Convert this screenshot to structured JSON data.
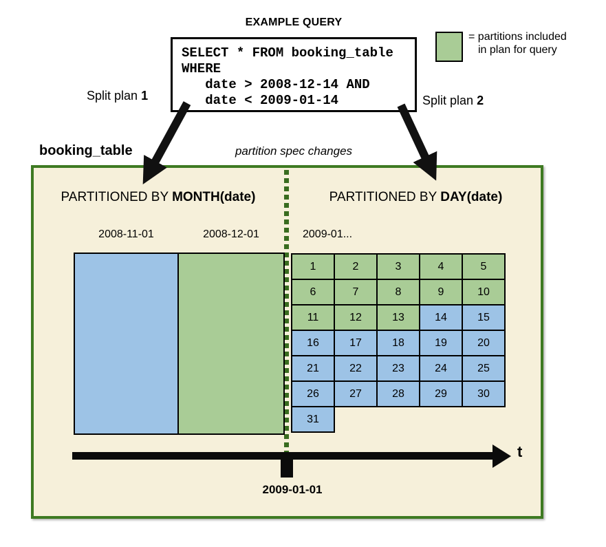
{
  "title": "EXAMPLE QUERY",
  "query": {
    "code": "SELECT * FROM booking_table\nWHERE\n   date > 2008-12-14 AND\n   date < 2009-01-14"
  },
  "legend": {
    "line1": "= partitions included",
    "line2": "in plan for query"
  },
  "split_plans": {
    "left_prefix": "Split plan ",
    "left_number": "1",
    "right_prefix": "Split plan ",
    "right_number": "2"
  },
  "table": {
    "name": "booking_table",
    "spec_change_label": "partition spec changes",
    "left_section": {
      "header_prefix": "PARTITIONED BY ",
      "header_bold": "MONTH(date)",
      "partitions": [
        {
          "label": "2008-11-01",
          "included": false
        },
        {
          "label": "2008-12-01",
          "included": true
        }
      ]
    },
    "right_section": {
      "header_prefix": "PARTITIONED BY ",
      "header_bold": "DAY(date)",
      "label": "2009-01...",
      "day_grid": {
        "columns": 5,
        "included_green_days": [
          1,
          2,
          3,
          4,
          5,
          6,
          7,
          8,
          9,
          10,
          11,
          12,
          13
        ],
        "excluded_blue_days": [
          14,
          15,
          16,
          17,
          18,
          19,
          20,
          21,
          22,
          23,
          24,
          25,
          26,
          27,
          28,
          29,
          30,
          31
        ]
      }
    }
  },
  "timeline": {
    "marker_label": "2009-01-01",
    "axis_label": "t"
  },
  "colors": {
    "included_green": "#a9cc96",
    "excluded_blue": "#9dc3e6",
    "box_background": "#f6f0da",
    "box_border": "#3e7a22",
    "divider_dash_green": "#396c1f"
  }
}
